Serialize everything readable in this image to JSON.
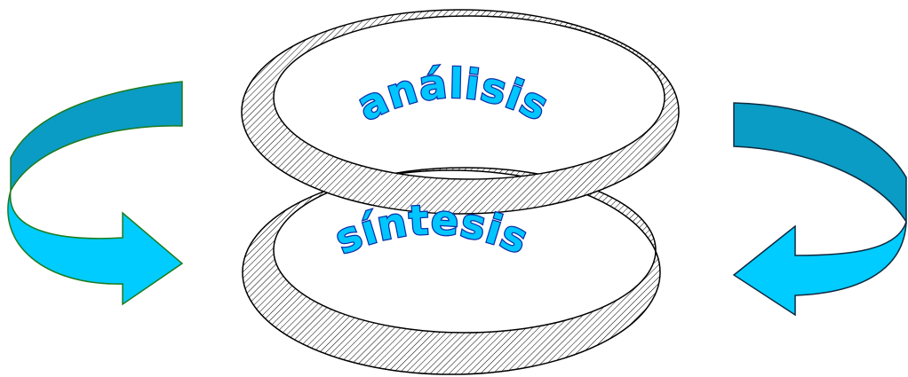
{
  "diagram": {
    "rings": [
      {
        "id": "top",
        "label": "análisis"
      },
      {
        "id": "bottom",
        "label": "síntesis"
      }
    ],
    "arrows": [
      {
        "id": "left",
        "direction": "clockwise-down-right",
        "icon": "curved-arrow-icon"
      },
      {
        "id": "right",
        "direction": "counterclockwise-down-left",
        "icon": "curved-arrow-icon"
      }
    ],
    "colors": {
      "arrow_dark": "#0a9cc4",
      "arrow_light": "#00ccff",
      "arrow_outline_left": "#1e7a1e",
      "arrow_outline_right": "#0d2a40",
      "text_fill": "#00c6ff",
      "text_outline": "#0b2fa8",
      "ring_hatch": "#000000"
    }
  }
}
